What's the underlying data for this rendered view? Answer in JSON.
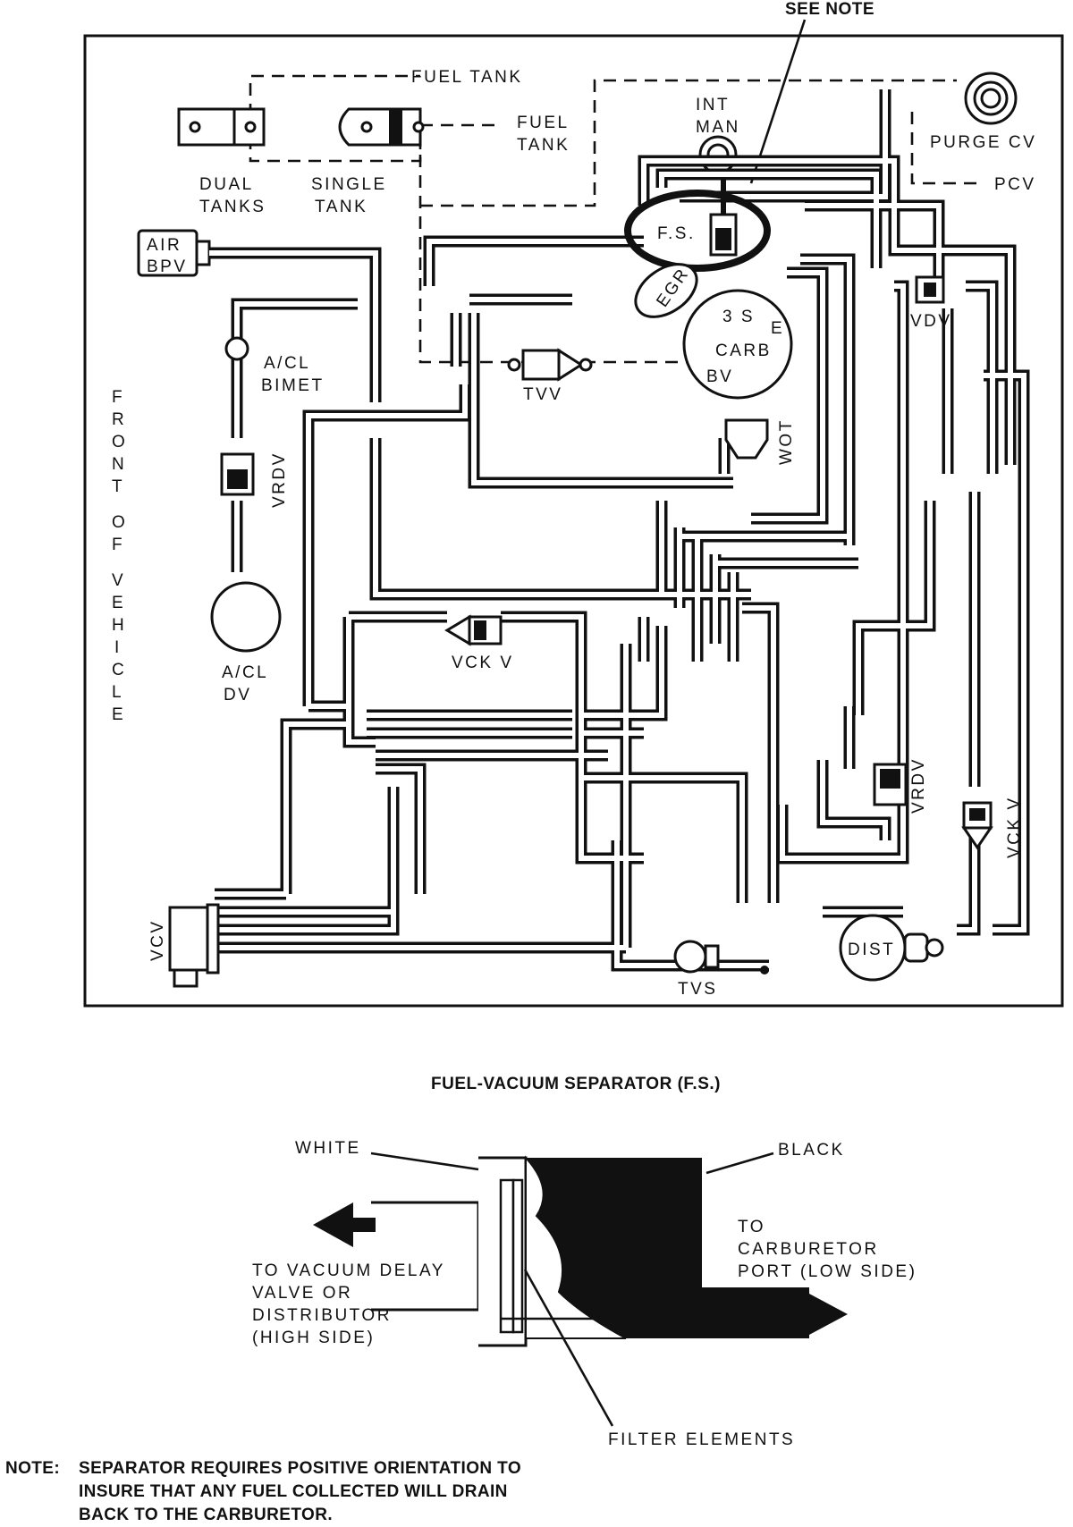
{
  "header": {
    "see_note": "SEE NOTE"
  },
  "diagram": {
    "side_label": "FRONT OF VEHICLE",
    "side_letters": [
      "F",
      "R",
      "O",
      "N",
      "T",
      "",
      "O",
      "F",
      "",
      "V",
      "E",
      "H",
      "I",
      "C",
      "L",
      "E"
    ],
    "labels": {
      "fuel_tank_dual": "FUEL TANK",
      "fuel_tank_single_1": "FUEL",
      "fuel_tank_single_2": "TANK",
      "dual_tanks_1": "DUAL",
      "dual_tanks_2": "TANKS",
      "single_tank_1": "SINGLE",
      "single_tank_2": "TANK",
      "int_man_1": "INT",
      "int_man_2": "MAN",
      "purge_cv": "PURGE CV",
      "pcv": "PCV",
      "air_bpv_1": "AIR",
      "air_bpv_2": "BPV",
      "fs": "F.S.",
      "egr": "EGR",
      "carb_3s": "3 S",
      "carb_e": "E",
      "carb": "CARB",
      "carb_bv": "BV",
      "vdv": "VDV",
      "tvv": "TVV",
      "acl_bimet_1": "A/CL",
      "acl_bimet_2": "BIMET",
      "vrdv_left": "VRDV",
      "wot": "WOT",
      "acl_dv_1": "A/CL",
      "acl_dv_2": "DV",
      "vck_v_mid": "VCK V",
      "vrdv_right": "VRDV",
      "vck_v_right": "VCK V",
      "vcv": "VCV",
      "dist": "DIST",
      "tvs": "TVS"
    }
  },
  "separator": {
    "title": "FUEL-VACUUM SEPARATOR (F.S.)",
    "white": "WHITE",
    "black": "BLACK",
    "to_vacuum": [
      "TO VACUUM DELAY",
      "VALVE OR",
      "DISTRIBUTOR",
      "(HIGH SIDE)"
    ],
    "to_carb": [
      "TO",
      "CARBURETOR",
      "PORT (LOW SIDE)"
    ],
    "filter_elements": "FILTER ELEMENTS"
  },
  "note": {
    "prefix": "NOTE:",
    "lines": [
      "SEPARATOR REQUIRES POSITIVE ORIENTATION TO",
      "INSURE THAT ANY FUEL COLLECTED WILL DRAIN",
      "BACK TO THE CARBURETOR."
    ]
  }
}
